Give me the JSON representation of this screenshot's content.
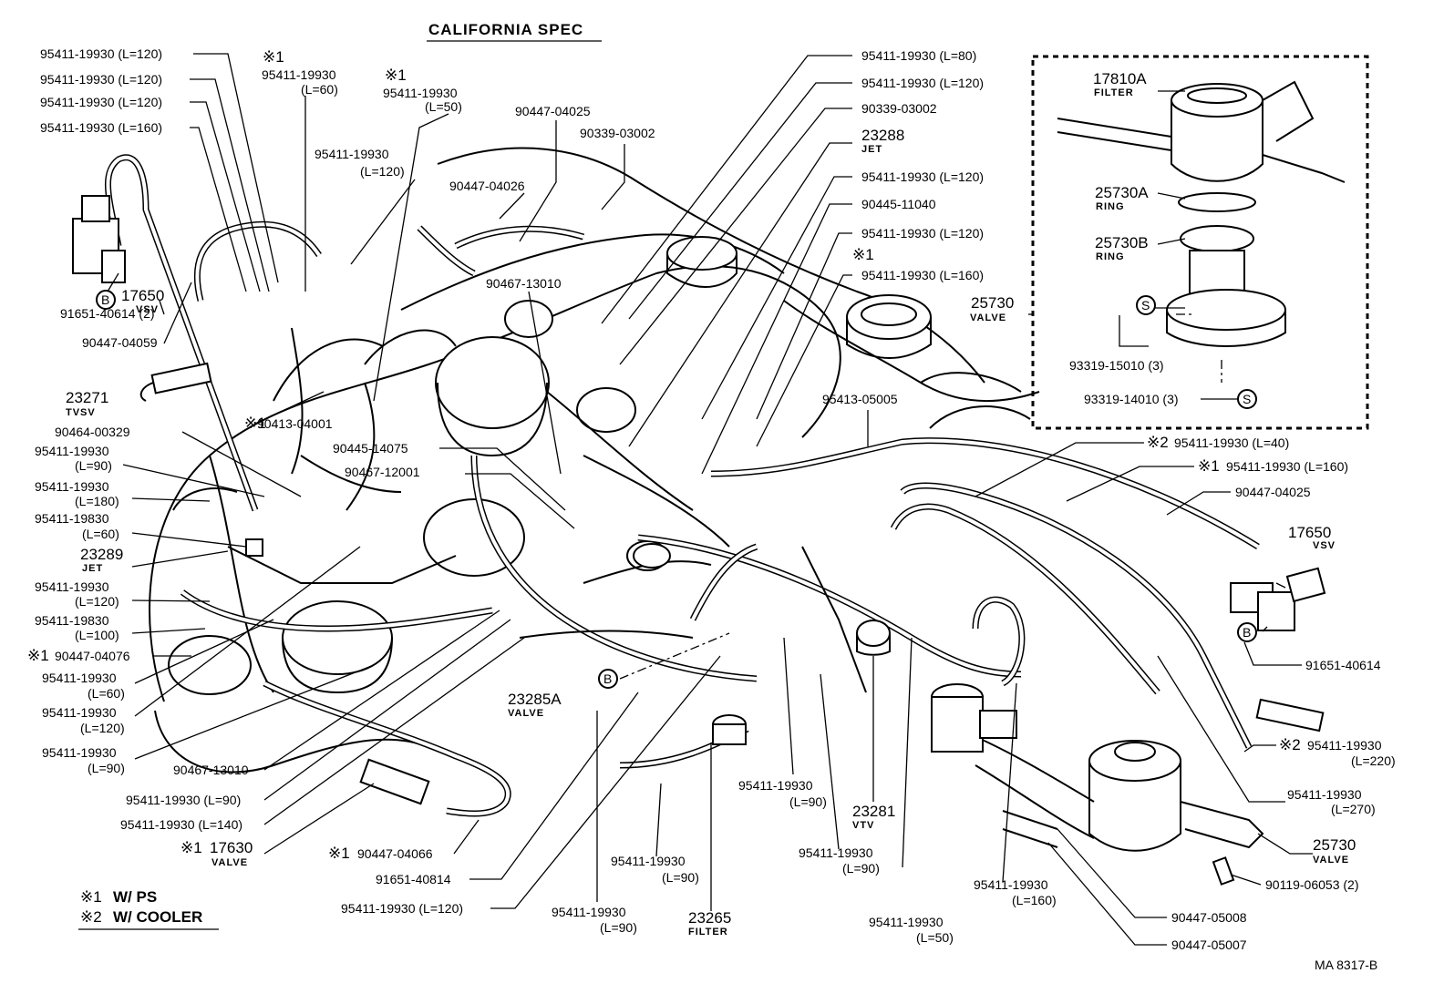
{
  "title": "CALIFORNIA SPEC",
  "footer_code": "MA 8317-B",
  "legend": [
    {
      "mark": "※1",
      "text": "W/ PS"
    },
    {
      "mark": "※2",
      "text": "W/ COOLER"
    }
  ],
  "circle_marks": {
    "b": "B",
    "s": "S"
  },
  "left_labels": [
    "95411-19930 (L=120)",
    "95411-19930 (L=120)",
    "95411-19930 (L=120)",
    "95411-19930 (L=160)",
    "91651-40614 (2)",
    "90447-04059",
    "90413-04001",
    "90464-00329",
    "95411-19930",
    "(L=90)",
    "95411-19930",
    "(L=180)",
    "95411-19830",
    "(L=60)",
    "95411-19930",
    "(L=120)",
    "95411-19830",
    "(L=100)",
    "90447-04076",
    "95411-19930",
    "(L=60)",
    "95411-19930",
    "(L=120)",
    "95411-19930",
    "(L=90)",
    "90467-13010",
    "95411-19930 (L=90)",
    "95411-19930 (L=140)",
    "90447-04066",
    "91651-40814",
    "95411-19930 (L=120)"
  ],
  "center_labels": [
    "95411-19930",
    "(L=60)",
    "95411-19930",
    "(L=50)",
    "95411-19930",
    "(L=120)",
    "90447-04025",
    "90339-03002",
    "90447-04026",
    "90467-13010",
    "90445-14075",
    "90467-12001",
    "95413-05005"
  ],
  "right_labels": [
    "95411-19930 (L=80)",
    "95411-19930 (L=120)",
    "90339-03002",
    "95411-19930 (L=120)",
    "90445-11040",
    "95411-19930 (L=120)",
    "95411-19930 (L=160)",
    "95411-19930 (L=40)",
    "95411-19930 (L=160)",
    "90447-04025",
    "91651-40614",
    "95411-19930",
    "(L=220)",
    "95411-19930",
    "(L=270)",
    "90119-06053 (2)",
    "90447-05008",
    "90447-05007"
  ],
  "bottom_labels": [
    "95411-19930",
    "(L=90)",
    "95411-19930",
    "(L=90)",
    "95411-19930",
    "(L=90)",
    "95411-19930",
    "(L=90)",
    "95411-19930",
    "(L=50)",
    "95411-19930",
    "(L=160)"
  ],
  "inset_labels": [
    "93319-15010 (3)",
    "93319-14010 (3)"
  ],
  "components": [
    {
      "num": "17650",
      "name": "VSV"
    },
    {
      "num": "23271",
      "name": "TVSV"
    },
    {
      "num": "23289",
      "name": "JET"
    },
    {
      "num": "23288",
      "name": "JET"
    },
    {
      "num": "17810A",
      "name": "FILTER"
    },
    {
      "num": "25730A",
      "name": "RING"
    },
    {
      "num": "25730B",
      "name": "RING"
    },
    {
      "num": "25730",
      "name": "VALVE"
    },
    {
      "num": "17650",
      "name": "VSV"
    },
    {
      "num": "25730",
      "name": "VALVE"
    },
    {
      "num": "23281",
      "name": "VTV"
    },
    {
      "num": "23265",
      "name": "FILTER"
    },
    {
      "num": "23285A",
      "name": "VALVE"
    },
    {
      "num": "17630",
      "name": "VALVE"
    }
  ]
}
